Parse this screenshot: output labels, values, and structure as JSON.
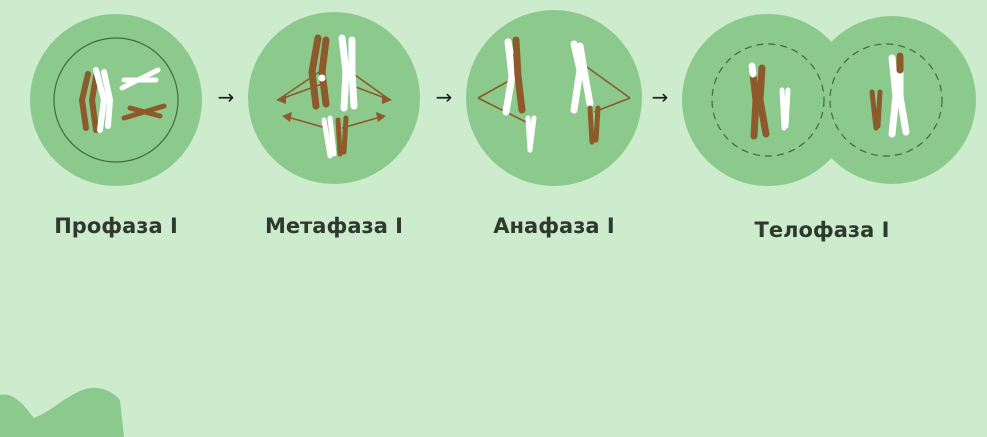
{
  "colors": {
    "background": "#cdeccd",
    "cell": "#8cc98c",
    "maternal_chromosome": "#8c5a2b",
    "paternal_chromosome": "#ffffff",
    "spindle": "#8c5a2b",
    "membrane": "#3f6b3f",
    "arrow": "#1f1f1f",
    "blob": "#8cc98c"
  },
  "stages": [
    {
      "label": "Профаза I"
    },
    {
      "label": "Метафаза I"
    },
    {
      "label": "Анафаза I"
    },
    {
      "label": "Телофаза I"
    }
  ],
  "arrows": [
    "→",
    "→",
    "→"
  ]
}
